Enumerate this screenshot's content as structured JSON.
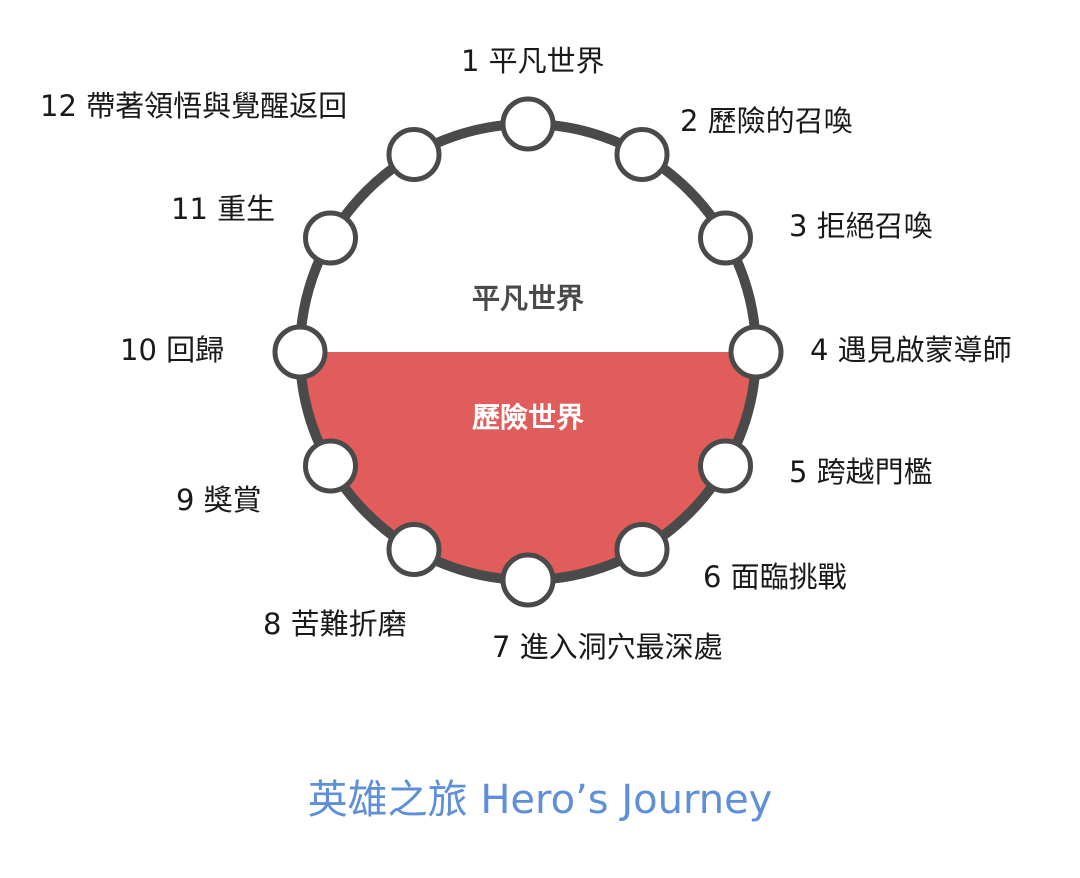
{
  "colors": {
    "ring": "#4a4a4a",
    "adventure_fill": "#e05d5b",
    "node_fill": "#ffffff",
    "label_text": "#1a1a1a",
    "ordinary_label": "#4a4a4a",
    "adventure_label": "#ffffff",
    "title": "#5f8fd8"
  },
  "regions": {
    "ordinary": "平凡世界",
    "adventure": "歷險世界"
  },
  "stages": [
    {
      "label": "1 平凡世界"
    },
    {
      "label": "2 歷險的召喚"
    },
    {
      "label": "3 拒絕召喚"
    },
    {
      "label": "4 遇見啟蒙導師"
    },
    {
      "label": "5 跨越門檻"
    },
    {
      "label": "6 面臨挑戰"
    },
    {
      "label": "7 進入洞穴最深處"
    },
    {
      "label": "8 苦難折磨"
    },
    {
      "label": "9 獎賞"
    },
    {
      "label": "10 回歸"
    },
    {
      "label": "11 重生"
    },
    {
      "label": "12 帶著領悟與覺醒返回"
    }
  ],
  "title": "英雄之旅 Hero’s Journey"
}
